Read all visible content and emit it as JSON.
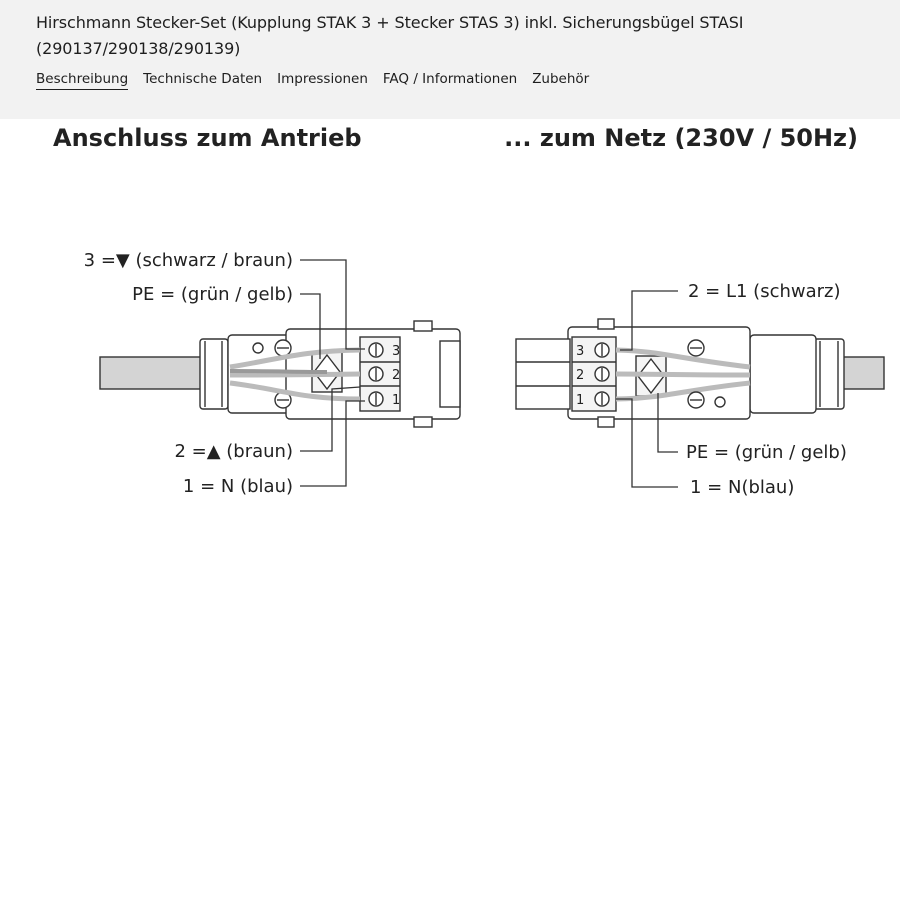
{
  "header": {
    "title": "Hirschmann Stecker-Set (Kupplung STAK 3 + Stecker STAS 3) inkl. Sicherungsbügel STASI (290137/290138/290139)",
    "tabs": [
      {
        "label": "Beschreibung",
        "active": true
      },
      {
        "label": "Technische Daten",
        "active": false
      },
      {
        "label": "Impressionen",
        "active": false
      },
      {
        "label": "FAQ / Informationen",
        "active": false
      },
      {
        "label": "Zubehör",
        "active": false
      }
    ]
  },
  "diagram": {
    "left_heading": "Anschluss zum Antrieb",
    "right_heading": "... zum Netz (230V / 50Hz)",
    "left_labels": {
      "l3": "3 =▼ (schwarz / braun)",
      "pe": "PE = (grün / gelb)",
      "l2": "2 =▲ (braun)",
      "l1": "1 = N (blau)"
    },
    "right_labels": {
      "l2": "2 = L1 (schwarz)",
      "pe": "PE = (grün / gelb)",
      "l1": "1 = N(blau)"
    },
    "terminal_numbers": [
      "3",
      "2",
      "1"
    ]
  }
}
